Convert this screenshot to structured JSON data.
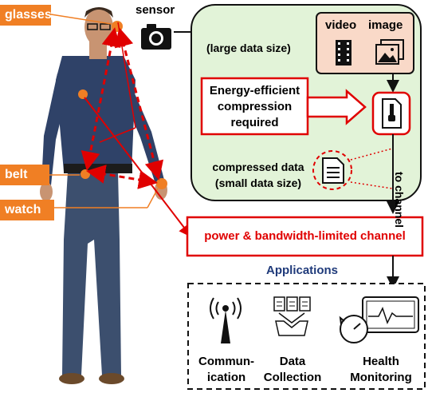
{
  "body_labels": {
    "glasses": "glasses",
    "belt": "belt",
    "watch": "watch"
  },
  "sensor": {
    "label": "sensor",
    "icon": "camera-icon"
  },
  "processing": {
    "large_data": "(large data size)",
    "media": [
      {
        "label": "video",
        "icon": "film-icon"
      },
      {
        "label": "image",
        "icon": "image-icon"
      }
    ],
    "compression_note_1": "Energy-efficient",
    "compression_note_2": "compression",
    "compression_note_3": "required",
    "compressed_1": "compressed data",
    "compressed_2": "(small data size)",
    "to_channel": "to channel"
  },
  "channel": {
    "label": "power & bandwidth-limited channel"
  },
  "applications": {
    "title": "Applications",
    "items": [
      {
        "line1": "Commun-",
        "line2": "ication",
        "icon": "antenna-icon"
      },
      {
        "line1": "Data",
        "line2": "Collection",
        "icon": "documents-icon"
      },
      {
        "line1": "Health",
        "line2": "Monitoring",
        "icon": "heart-monitor-icon"
      }
    ]
  },
  "colors": {
    "green_panel": "#e2f3d8",
    "orange": "#f07f24",
    "red": "#e00000",
    "navy": "#1f3a7a",
    "media_box": "#f9d9c8"
  }
}
